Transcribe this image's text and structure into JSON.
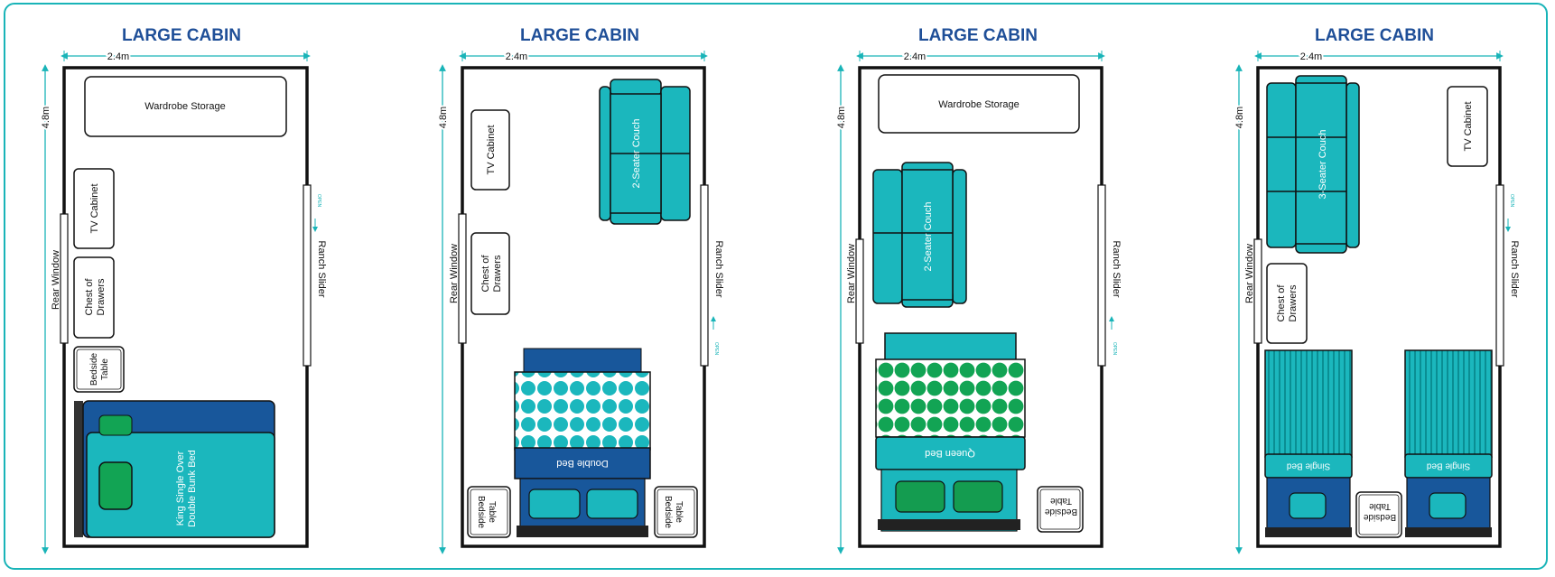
{
  "colors": {
    "title": "#1f4f98",
    "dimension": "#19b4b8",
    "wall": "#111111",
    "teal": "#1bb7bd",
    "teal_dark": "#079a9f",
    "navy": "#18579b",
    "green": "#12a454",
    "pillow_green": "#149c50",
    "base": "#333333",
    "outline": "#111111"
  },
  "cabins": [
    {
      "title": "LARGE CABIN",
      "width_dim": "2.4m",
      "height_dim": "4.8m",
      "left_wall_label": "Rear Window",
      "right_wall_label": "Ranch Slider",
      "door_label": "OPEN",
      "wardrobe": "Wardrobe Storage",
      "tv": "TV Cabinet",
      "chest": [
        "Chest of",
        "Drawers"
      ],
      "bedside": [
        "Bedside",
        "Table"
      ],
      "bed": [
        "King Single Over",
        "Double Bunk Bed"
      ]
    },
    {
      "title": "LARGE CABIN",
      "width_dim": "2.4m",
      "height_dim": "4.8m",
      "left_wall_label": "Rear Window",
      "right_wall_label": "Ranch Slider",
      "door_label": "OPEN",
      "tv": "TV Cabinet",
      "chest": [
        "Chest of",
        "Drawers"
      ],
      "couch": "2-Seater  Couch",
      "bed": "Double Bed",
      "bedside": [
        "Bedside",
        "Table"
      ]
    },
    {
      "title": "LARGE CABIN",
      "width_dim": "2.4m",
      "height_dim": "4.8m",
      "left_wall_label": "Rear Window",
      "right_wall_label": "Ranch Slider",
      "door_label": "OPEN",
      "wardrobe": "Wardrobe Storage",
      "couch": "2-Seater  Couch",
      "bed": "Queen Bed",
      "bedside": [
        "Bedside",
        "Table"
      ]
    },
    {
      "title": "LARGE CABIN",
      "width_dim": "2.4m",
      "height_dim": "4.8m",
      "left_wall_label": "Rear Window",
      "right_wall_label": "Ranch Slider",
      "door_label": "OPEN",
      "couch": "3-Seater  Couch",
      "tv": "TV Cabinet",
      "chest": [
        "Chest of",
        "Drawers"
      ],
      "single_bed": "Single Bed",
      "bedside": [
        "Bedside",
        "Table"
      ]
    }
  ]
}
